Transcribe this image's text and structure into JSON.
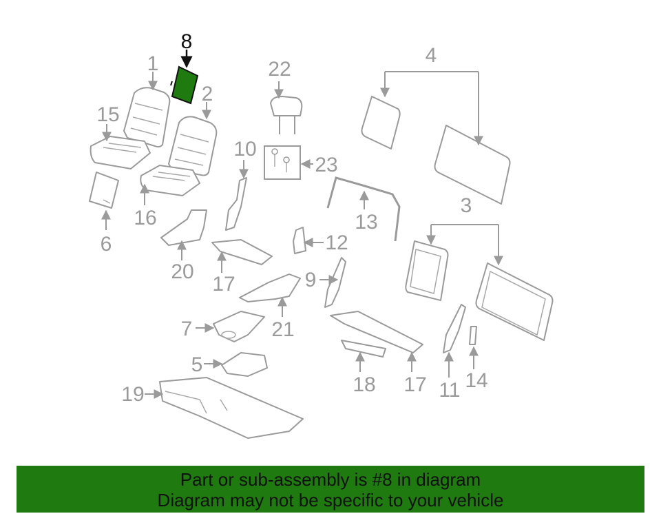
{
  "diagram": {
    "highlight_color": "#1f7a10",
    "highlighted_part": "8",
    "callouts": {
      "c1": "1",
      "c2": "2",
      "c3": "3",
      "c4": "4",
      "c5": "5",
      "c6": "6",
      "c7": "7",
      "c8": "8",
      "c9": "9",
      "c10": "10",
      "c11": "11",
      "c12": "12",
      "c13": "13",
      "c14": "14",
      "c15": "15",
      "c16": "16",
      "c17a": "17",
      "c17b": "17",
      "c18": "18",
      "c19": "19",
      "c20": "20",
      "c21": "21",
      "c22": "22",
      "c23": "23"
    }
  },
  "banner": {
    "line1": "Part or sub-assembly is #8 in diagram",
    "line2": "Diagram may not be specific to your vehicle",
    "background": "#1f7a10"
  }
}
